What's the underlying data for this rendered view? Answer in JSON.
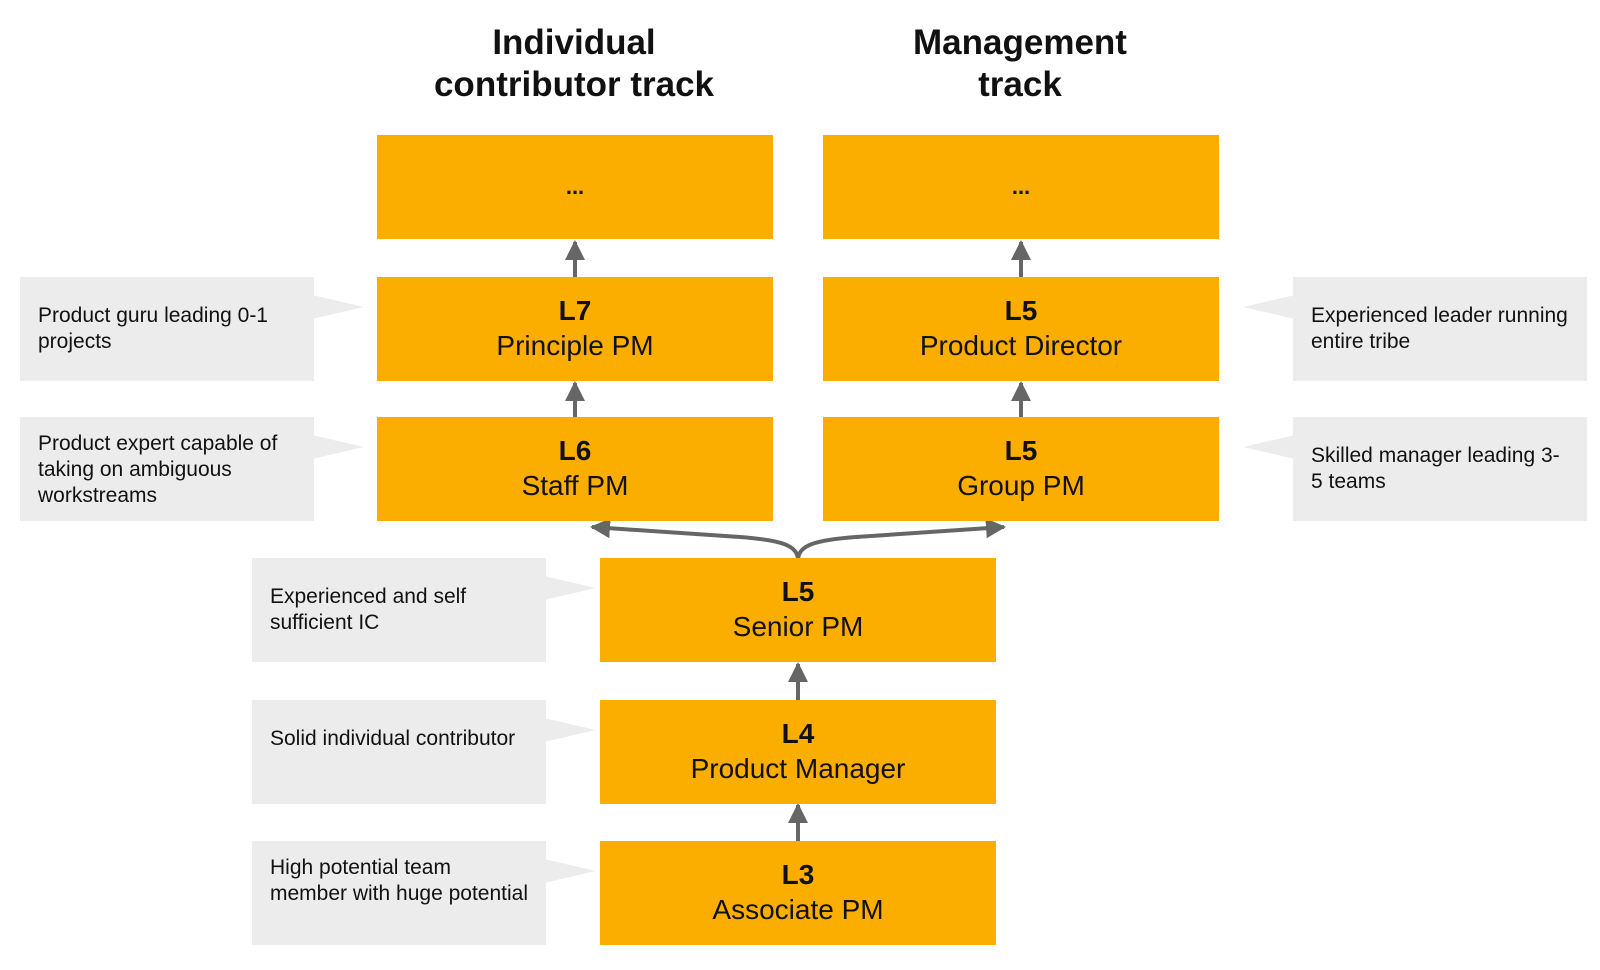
{
  "headers": {
    "ic_line1": "Individual",
    "ic_line2": "contributor track",
    "mgmt_line1": "Management",
    "mgmt_line2": "track"
  },
  "levels": {
    "ic_top": {
      "code": "..."
    },
    "mgmt_top": {
      "code": "..."
    },
    "l7_principle": {
      "code": "L7",
      "title": "Principle PM"
    },
    "l5_product_director": {
      "code": "L5",
      "title": "Product Director"
    },
    "l6_staff": {
      "code": "L6",
      "title": "Staff PM"
    },
    "l5_group": {
      "code": "L5",
      "title": "Group PM"
    },
    "l5_senior": {
      "code": "L5",
      "title": "Senior PM"
    },
    "l4_product_manager": {
      "code": "L4",
      "title": "Product Manager"
    },
    "l3_associate": {
      "code": "L3",
      "title": "Associate PM"
    }
  },
  "callouts": {
    "principle": "Product guru leading 0-1 projects",
    "staff": "Product expert capable of taking on ambiguous workstreams",
    "senior": "Experienced and self sufficient IC",
    "product_manager": "Solid individual contributor",
    "associate": "High potential team member with huge potential",
    "product_director": "Experienced leader running entire tribe",
    "group": "Skilled manager leading 3-5 teams"
  },
  "colors": {
    "box": "#fbad00",
    "callout": "#ececec",
    "arrow": "#666666"
  }
}
